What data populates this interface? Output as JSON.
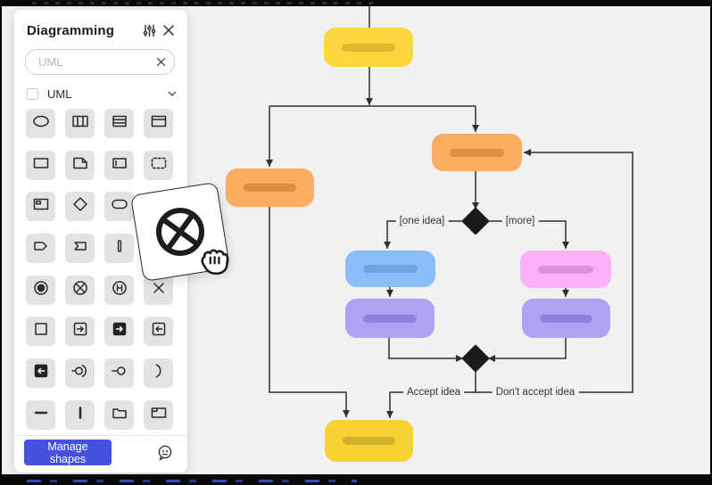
{
  "ui": {
    "accent": "#4353dd",
    "canvas_bg": "#f2f1f1",
    "panel_bg": "#ffffff",
    "tile_bg": "#e3e3e3",
    "connector_color": "#2f2f2f"
  },
  "panel": {
    "title": "Diagramming",
    "header_icons": [
      "sliders-icon",
      "close-icon"
    ],
    "search": {
      "placeholder": "UML",
      "value": "",
      "clear_icon": "clear-x-icon"
    },
    "section": {
      "label": "UML",
      "checkbox_checked": false,
      "chevron": "chevron-down-icon"
    },
    "shape_grid": [
      "ellipse",
      "vertical-partition",
      "horizontal-partition",
      "titled-frame",
      "rectangle",
      "note",
      "bracket-rectangle",
      "dashed-rectangle",
      "inner-rectangle",
      "diamond",
      "rounded-rectangle",
      "occluded",
      "signal-send",
      "signal-receive",
      "activation-bar",
      "occluded",
      "final-state",
      "flow-final",
      "history-state",
      "cross",
      "square",
      "arrow-right-square",
      "arrow-right-square-filled",
      "arrow-left-square",
      "arrow-left-square-filled",
      "ball-socket",
      "lollipop-interface",
      "socket-arc",
      "horizontal-line",
      "vertical-line",
      "folder",
      "folder-frame"
    ],
    "manage_button_label": "Manage shapes",
    "feedback_icon": "feedback-smiley-icon"
  },
  "drag_preview": {
    "icon": "flow-final-icon",
    "cursor": "grabbing-hand-cursor"
  },
  "flowchart": {
    "nodes": {
      "start": {
        "fill": "#fcd63d",
        "pill": "#dcb92e"
      },
      "activity-left": {
        "fill": "#faad60",
        "pill": "#dd8f42"
      },
      "activity-right": {
        "fill": "#faad60",
        "pill": "#dd8f42"
      },
      "option-blue": {
        "fill": "#8abdf9",
        "pill": "#6fa2e2"
      },
      "option-pink": {
        "fill": "#fab0f5",
        "pill": "#dc90d5"
      },
      "detail-left": {
        "fill": "#ada2f4",
        "pill": "#8d82de"
      },
      "detail-right": {
        "fill": "#ada2f4",
        "pill": "#8d82de"
      },
      "end": {
        "fill": "#f6d232",
        "pill": "#d2b22a"
      }
    },
    "edge_labels": {
      "one_idea": "[one idea]",
      "more": "[more]",
      "accept": "Accept idea",
      "dont_accept": "Don't accept idea"
    }
  }
}
